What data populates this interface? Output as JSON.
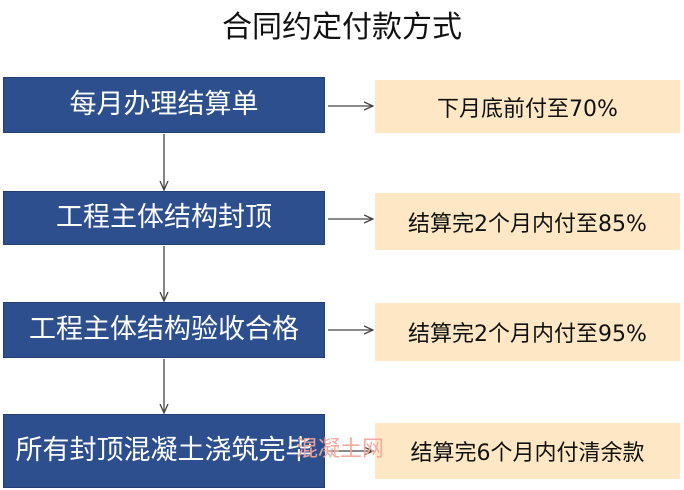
{
  "title": "合同约定付款方式",
  "steps": [
    {
      "label": "每月办理结算单"
    },
    {
      "label": "工程主体结构封顶"
    },
    {
      "label": "工程主体结构验收合格"
    },
    {
      "label": "所有封顶混凝土浇筑完毕"
    }
  ],
  "payments": [
    {
      "text": "下月底前付至70%"
    },
    {
      "text": "结算完2个月内付至85%"
    },
    {
      "text": "结算完2个月内付至95%"
    },
    {
      "text": "结算完6个月内付清余款"
    }
  ],
  "watermark": "混凝土网",
  "colors": {
    "step_box": "#2e4f8d",
    "payment_box": "#fde7c4",
    "arrow": "#444444"
  }
}
